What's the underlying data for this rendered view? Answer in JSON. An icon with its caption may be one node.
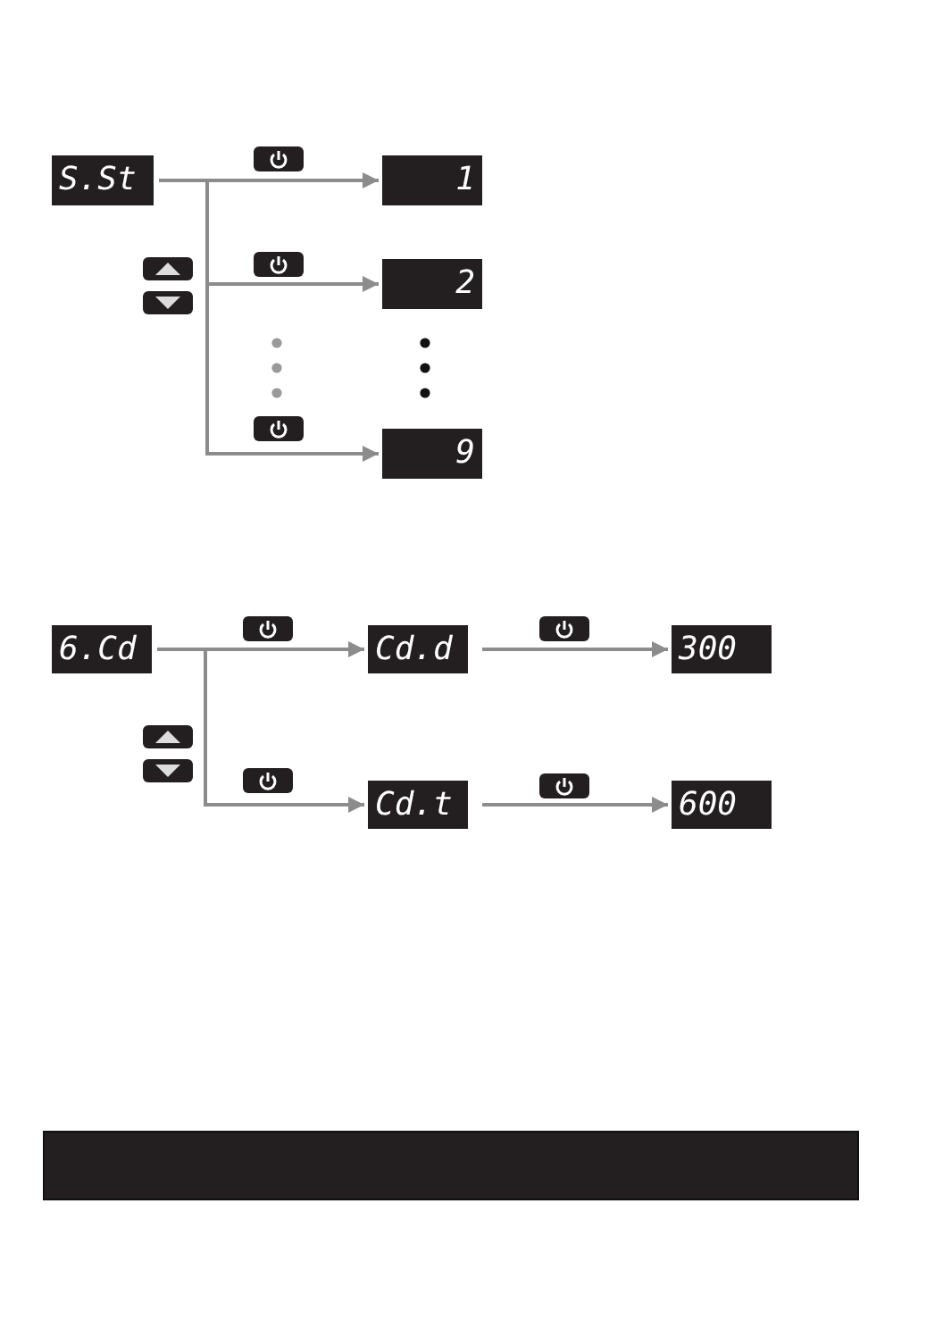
{
  "diagram": {
    "nodes": [
      {
        "text": [
          "S.St"
        ]
      },
      {
        "text": [
          "1"
        ]
      },
      {
        "text": [
          "2"
        ]
      },
      {
        "text": [
          "9"
        ]
      },
      {
        "text": [
          "6.Cd"
        ]
      },
      {
        "text": [
          "Cd.d"
        ]
      },
      {
        "text": [
          "300"
        ]
      },
      {
        "text": [
          "Cd.t"
        ]
      },
      {
        "text": [
          "600"
        ]
      },
      {
        "text": [],
        "shape": "bar"
      }
    ],
    "edges": [
      {
        "from": 0,
        "to": 1,
        "arrow": "to"
      },
      {
        "from": 0,
        "to": 2,
        "arrow": "to"
      },
      {
        "from": 0,
        "to": 3,
        "arrow": "to"
      },
      {
        "from": 4,
        "to": 5,
        "arrow": "to"
      },
      {
        "from": 5,
        "to": 6,
        "arrow": "to"
      },
      {
        "from": 4,
        "to": 7,
        "arrow": "to"
      },
      {
        "from": 7,
        "to": 8,
        "arrow": "to"
      }
    ]
  }
}
